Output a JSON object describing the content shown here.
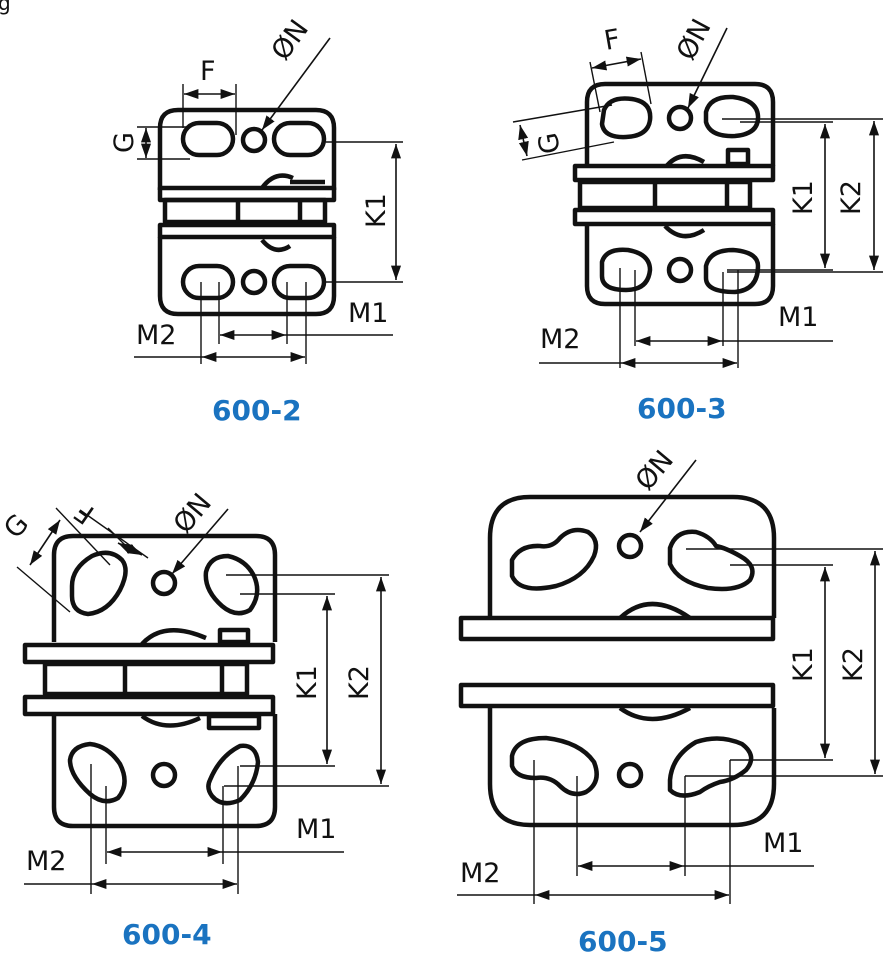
{
  "figure": {
    "corner_fragment": "g",
    "variants": [
      {
        "id": "600-2",
        "label": "600-2",
        "dimensions": {
          "hole": "ØN",
          "slot_length": "F",
          "slot_width": "G",
          "k1": "K1",
          "m1": "M1",
          "m2": "M2"
        }
      },
      {
        "id": "600-3",
        "label": "600-3",
        "dimensions": {
          "hole": "ØN",
          "slot_length": "F",
          "slot_width": "G",
          "k1": "K1",
          "k2": "K2",
          "m1": "M1",
          "m2": "M2"
        }
      },
      {
        "id": "600-4",
        "label": "600-4",
        "dimensions": {
          "hole": "ØN",
          "slot_length": "F",
          "slot_width": "G",
          "k1": "K1",
          "k2": "K2",
          "m1": "M1",
          "m2": "M2"
        }
      },
      {
        "id": "600-5",
        "label": "600-5",
        "dimensions": {
          "hole": "ØN",
          "k1": "K1",
          "k2": "K2",
          "m1": "M1",
          "m2": "M2"
        }
      }
    ],
    "colors": {
      "label": "#1a73c0",
      "line": "#111111"
    }
  }
}
